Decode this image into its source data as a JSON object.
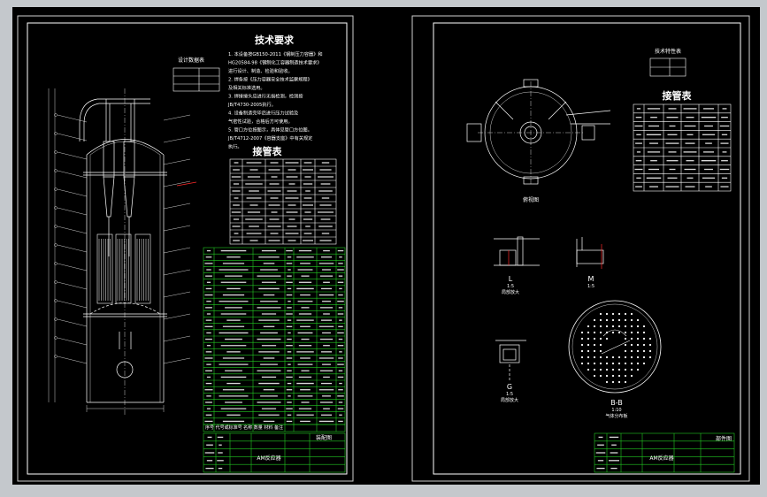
{
  "colors": {
    "background": "#c4c8cc",
    "paper": "#000000",
    "line": "#ffffff",
    "table": "#22c922",
    "accent": "#ff2a2a"
  },
  "sheet_left": {
    "tech_requirements_title": "技术要求",
    "tech_requirements_lines": [
      "1. 本设备按GB150-2011《钢制压力容器》和",
      "HG20584-98《钢制化工容器制造技术要求》",
      "进行设计、制造、检验和验收。",
      "2. 焊条按《压力容器安全技术监察规程》",
      "及相关标准选用。",
      "3. 焊接接头应进行无损检测，检测按",
      "JB/T4730-2005执行。",
      "4. 设备制造完毕后进行压力试验及",
      "气密性试验，合格后方可使用。",
      "5. 管口方位按图示，具体见管口方位图。",
      "JB/T4712-2007《容器支座》中有关规定",
      "执行。"
    ],
    "design_data_title": "设计数据表",
    "nozzle_table_title": "接管表",
    "nozzle_rows": 12,
    "parts_rows": 28,
    "parts_header": "序号  代号或标准号  名称  数量  材料  备注",
    "title_block_name": "AM反应器",
    "title_block_label": "装配图"
  },
  "sheet_right": {
    "design_data_title": "技术特性表",
    "nozzle_table_title": "接管表",
    "nozzle_rows": 10,
    "plan_view_label": "俯视图",
    "detail_l_label": "L",
    "detail_l_scale": "1:5",
    "detail_l_caption": "局部放大",
    "detail_m_label": "M",
    "detail_m_scale": "1:5",
    "detail_g_label": "G",
    "detail_g_scale": "1:5",
    "detail_g_caption": "局部放大",
    "plate_label": "B-B",
    "plate_scale": "1:10",
    "plate_caption": "气体分布板",
    "title_block_name": "AM反应器",
    "title_block_label": "部件图"
  }
}
